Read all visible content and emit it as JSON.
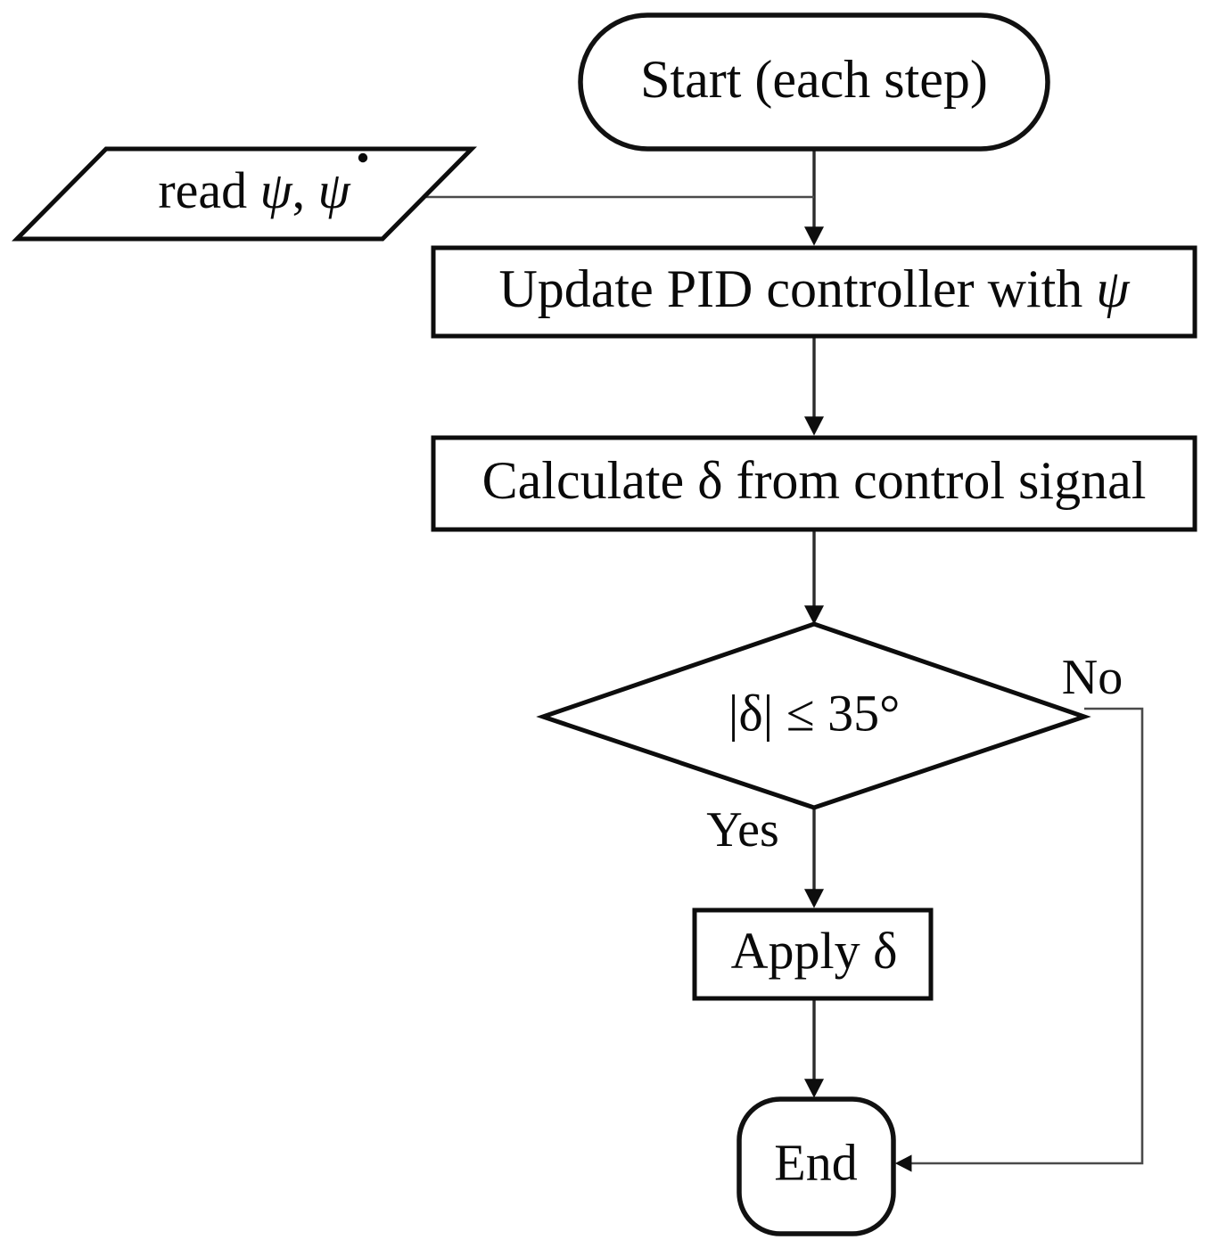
{
  "diagram": {
    "title": "PID steering control per-step flowchart",
    "orientation": "top-to-bottom",
    "background_color": "#ffffff",
    "line_color": "#0d0d0d",
    "text_color": "#0a0a0a"
  },
  "nodes": {
    "start": {
      "label": "Start (each step)",
      "shape": "stadium"
    },
    "read_input": {
      "label_prefix": "read ",
      "label_psi": "ψ",
      "label_separator": ", ",
      "label_psi_dot": "ψ",
      "shape": "parallelogram"
    },
    "update_pid": {
      "label_prefix": "Update PID controller with ",
      "label_symbol": "ψ",
      "shape": "rectangle"
    },
    "calculate_delta": {
      "label_prefix": "Calculate ",
      "label_symbol": "δ",
      "label_suffix": " from control signal",
      "shape": "rectangle"
    },
    "decision": {
      "label": "|δ| ≤ 35°",
      "shape": "diamond"
    },
    "apply_delta": {
      "label_prefix": "Apply ",
      "label_symbol": "δ",
      "shape": "rectangle"
    },
    "end": {
      "label": "End",
      "shape": "rounded-rectangle"
    }
  },
  "edges": {
    "decision_yes_label": "Yes",
    "decision_no_label": "No"
  }
}
